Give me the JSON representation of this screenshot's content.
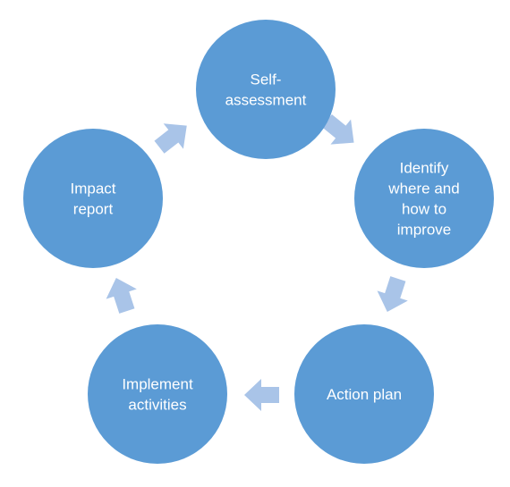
{
  "diagram": {
    "colors": {
      "node_fill": "#5b9bd5",
      "arrow_fill": "#a9c4e8",
      "label_text": "#ffffff",
      "background": "#ffffff"
    },
    "nodes": [
      {
        "id": "self-assessment",
        "lines": [
          "Self-",
          "assessment"
        ]
      },
      {
        "id": "identify",
        "lines": [
          "Identify",
          "where and",
          "how to",
          "improve"
        ]
      },
      {
        "id": "action-plan",
        "lines": [
          "Action plan"
        ]
      },
      {
        "id": "implement",
        "lines": [
          "Implement",
          "activities"
        ]
      },
      {
        "id": "impact-report",
        "lines": [
          "Impact",
          "report"
        ]
      }
    ]
  }
}
